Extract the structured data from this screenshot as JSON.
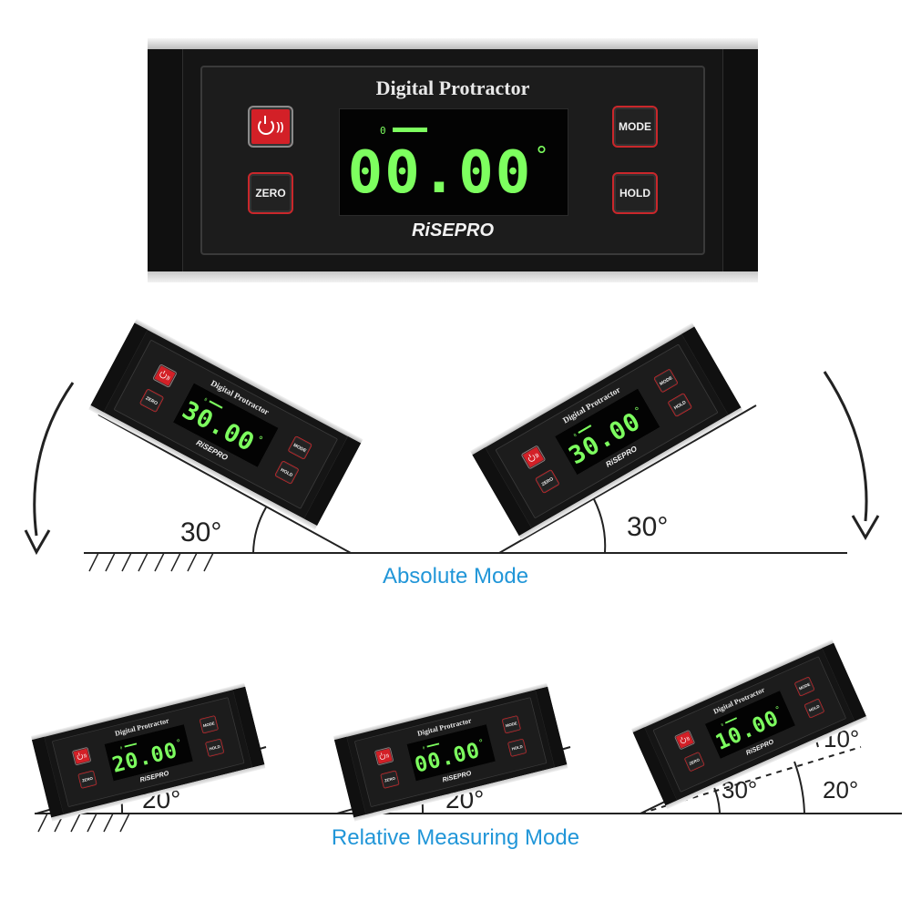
{
  "device": {
    "title": "Digital Protractor",
    "brand": "RiSEPRO",
    "buttons": {
      "zero": "ZERO",
      "mode": "MODE",
      "hold": "HOLD"
    },
    "power_icon": "power-icon",
    "signal_icon": "wireless-signal-icon",
    "indicator_digit": "0",
    "degree_symbol": "°",
    "accent_color": "#7dff5f",
    "button_border_color": "#c9272b"
  },
  "hero": {
    "reading": "00.00"
  },
  "absolute_mode": {
    "caption": "Absolute Mode",
    "left": {
      "reading": "30.00",
      "angle_label": "30°"
    },
    "right": {
      "reading": "30.00",
      "angle_label": "30°"
    }
  },
  "relative_mode": {
    "caption": "Relative Measuring Mode",
    "left": {
      "reading": "20.00",
      "angle_label": "20°"
    },
    "middle": {
      "reading": "00.00",
      "angle_label": "20°"
    },
    "right": {
      "reading": "10.00",
      "angle_labels": [
        "10°",
        "30°",
        "20°"
      ]
    }
  },
  "colors": {
    "caption": "#2196d8",
    "line": "#222222"
  }
}
